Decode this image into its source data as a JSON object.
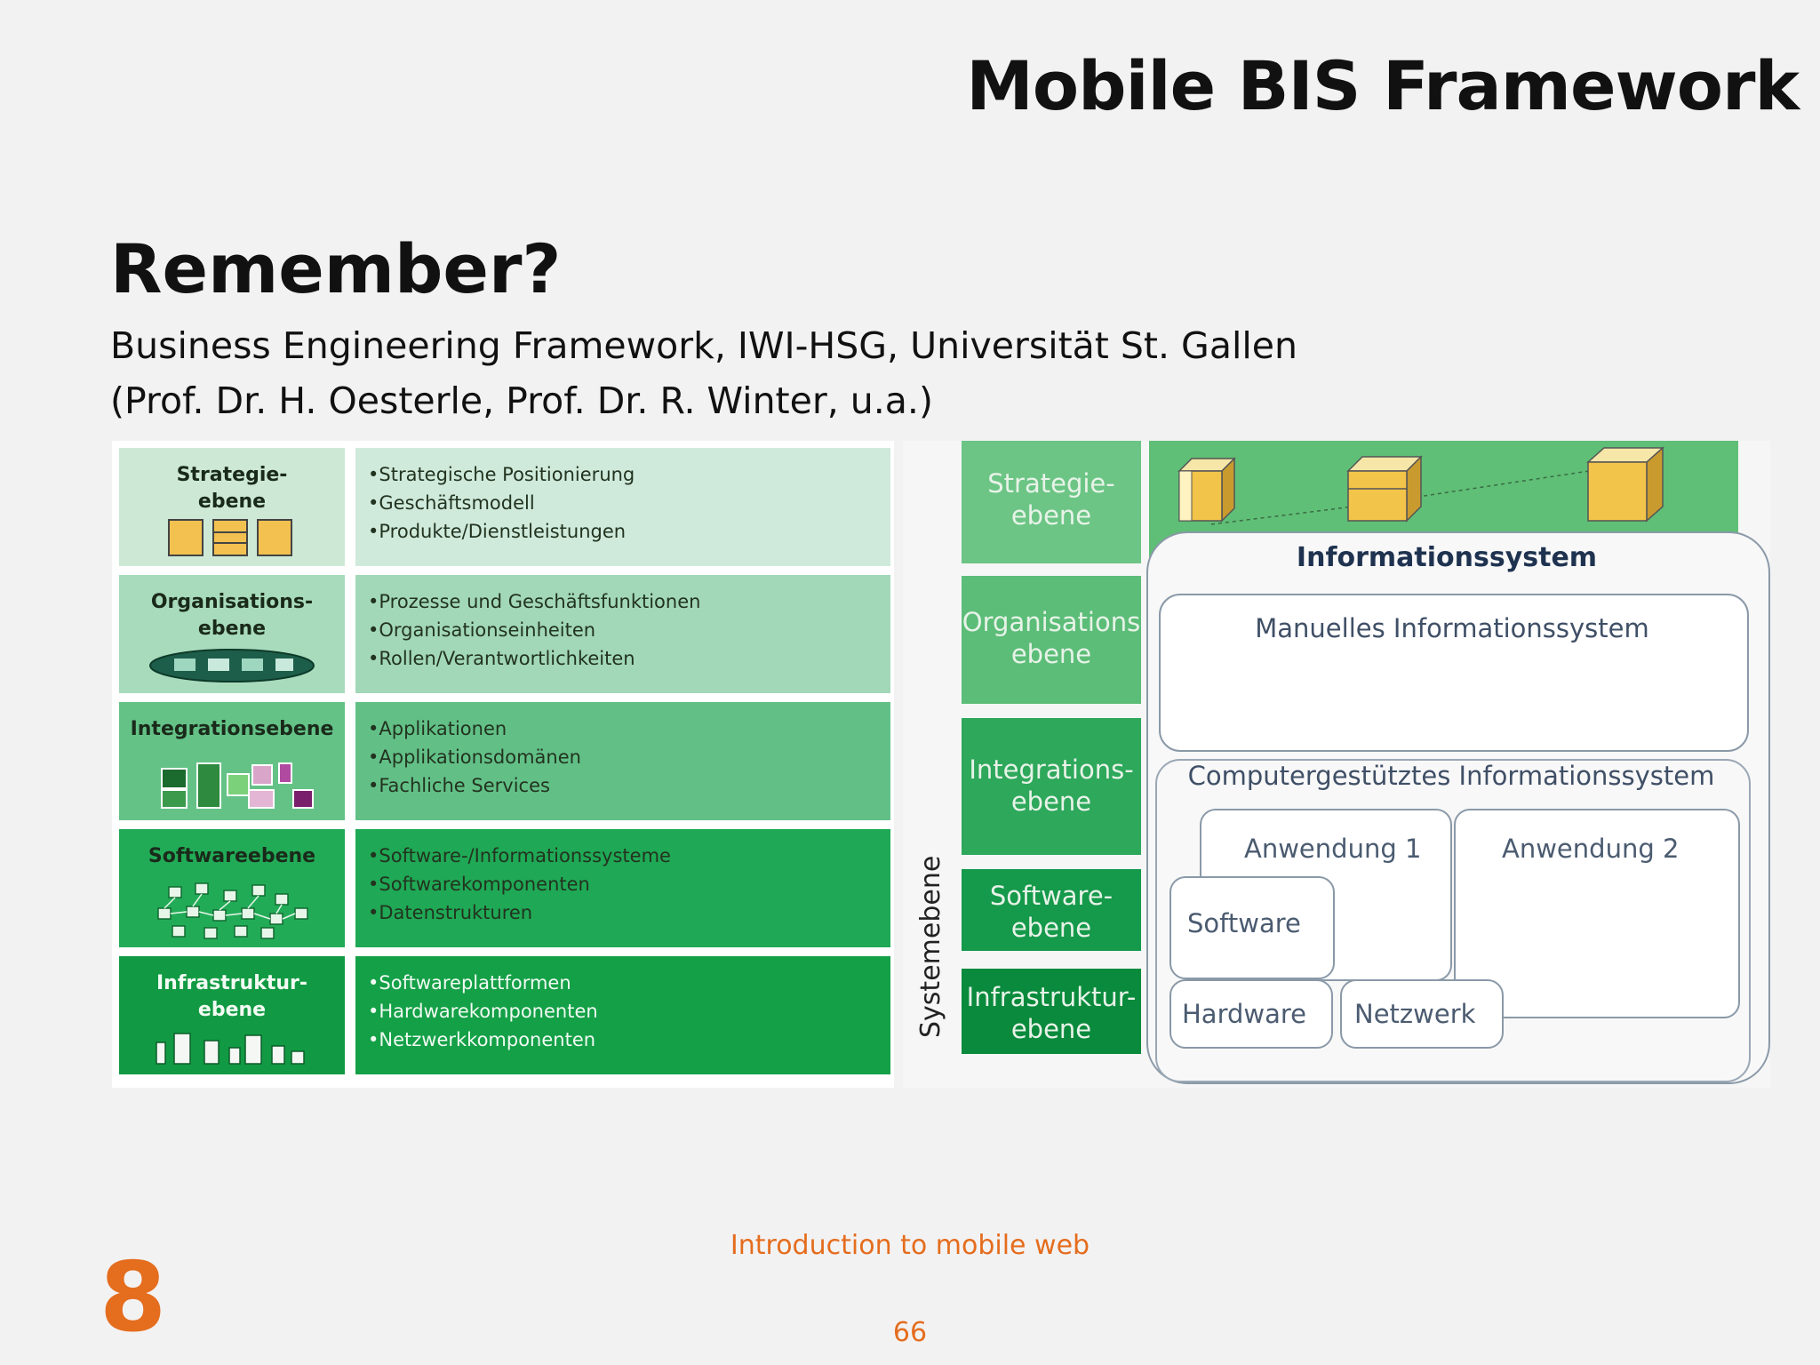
{
  "slide": {
    "title": "Mobile BIS Framework",
    "heading": "Remember?",
    "subtitle_line1": "Business Engineering Framework, IWI-HSG, Universität St. Gallen",
    "subtitle_line2": "(Prof. Dr. H. Oesterle, Prof. Dr. R. Winter, u.a.)",
    "footer_text": "Introduction to mobile web",
    "page_number": "66",
    "slide_number": "8"
  },
  "left_diagram": {
    "rows": [
      {
        "name_line1": "Strategie-",
        "name_line2": "ebene",
        "items": [
          "•Strategische Positionierung",
          "•Geschäftsmodell",
          "•Produkte/Dienstleistungen"
        ],
        "name_color": "#cde9d6",
        "desc_color": "#cfeadb"
      },
      {
        "name_line1": "Organisations-",
        "name_line2": "ebene",
        "items": [
          "•Prozesse und Geschäftsfunktionen",
          "•Organisationseinheiten",
          "•Rollen/Verantwortlichkeiten"
        ],
        "name_color": "#a8dbbb",
        "desc_color": "#a2d8b8"
      },
      {
        "name_line1": "Integrationsebene",
        "name_line2": "",
        "items": [
          "•Applikationen",
          "•Applikationsdomänen",
          "•Fachliche Services"
        ],
        "name_color": "#64c287",
        "desc_color": "#62c087"
      },
      {
        "name_line1": "Softwareebene",
        "name_line2": "",
        "items": [
          "•Software-/Informationssysteme",
          "•Softwarekomponenten",
          "•Datenstrukturen"
        ],
        "name_color": "#22ab57",
        "desc_color": "#1fa855"
      },
      {
        "name_line1": "Infrastruktur-",
        "name_line2": "ebene",
        "items": [
          "•Softwareplattformen",
          "•Hardwarekomponenten",
          "•Netzwerkkomponenten"
        ],
        "name_color": "#119a43",
        "desc_color": "#14a047"
      }
    ]
  },
  "right_diagram": {
    "layers": [
      {
        "line1": "Strategie-",
        "line2": "ebene",
        "color": "#6cc585"
      },
      {
        "line1": "Organisations",
        "line2": "ebene",
        "color": "#5cbd78"
      },
      {
        "line1": "Integrations-",
        "line2": "ebene",
        "color": "#2ea85b"
      },
      {
        "line1": "Software-",
        "line2": "ebene",
        "color": "#15994a"
      },
      {
        "line1": "Infrastruktur-",
        "line2": "ebene",
        "color": "#0a8a3c"
      }
    ],
    "vertical_label": "Systemebene",
    "is_title": "Informationssystem",
    "manual_is": "Manuelles Informationssystem",
    "computer_is": "Computergestütztes Informationssystem",
    "app1": "Anwendung 1",
    "app2": "Anwendung 2",
    "software": "Software",
    "hardware": "Hardware",
    "network": "Netzwerk"
  }
}
